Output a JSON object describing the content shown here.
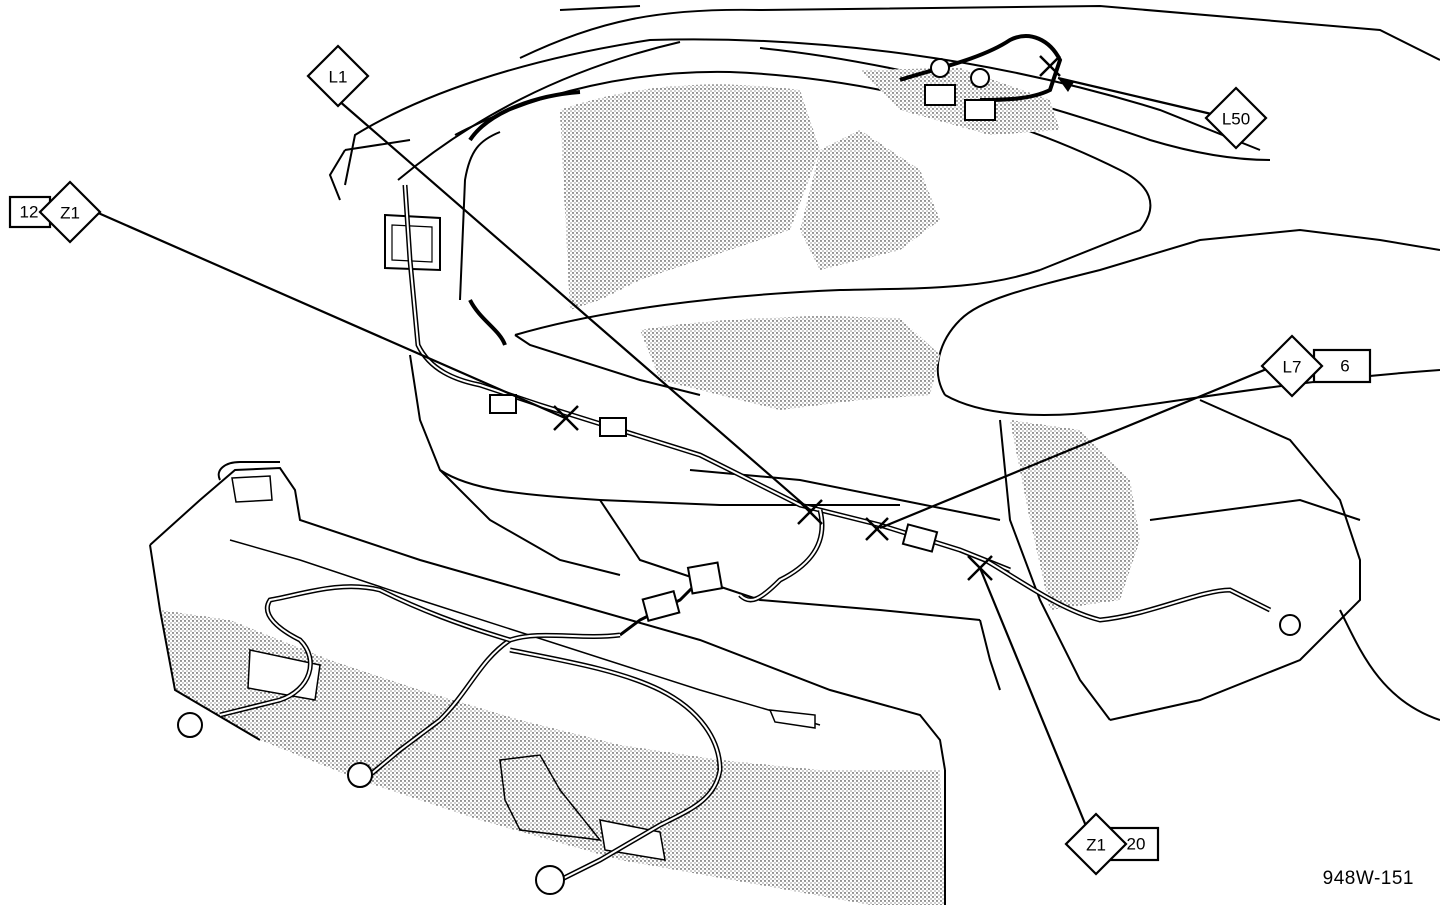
{
  "callouts": {
    "l1": "L1",
    "l50": "L50",
    "c12": "12",
    "z1_left": "Z1",
    "l7": "L7",
    "c6": "6",
    "z1_bottom": "Z1",
    "c20": "20"
  },
  "figure_id": "948W-151",
  "colors": {
    "ink": "#000000",
    "paper": "#ffffff"
  }
}
